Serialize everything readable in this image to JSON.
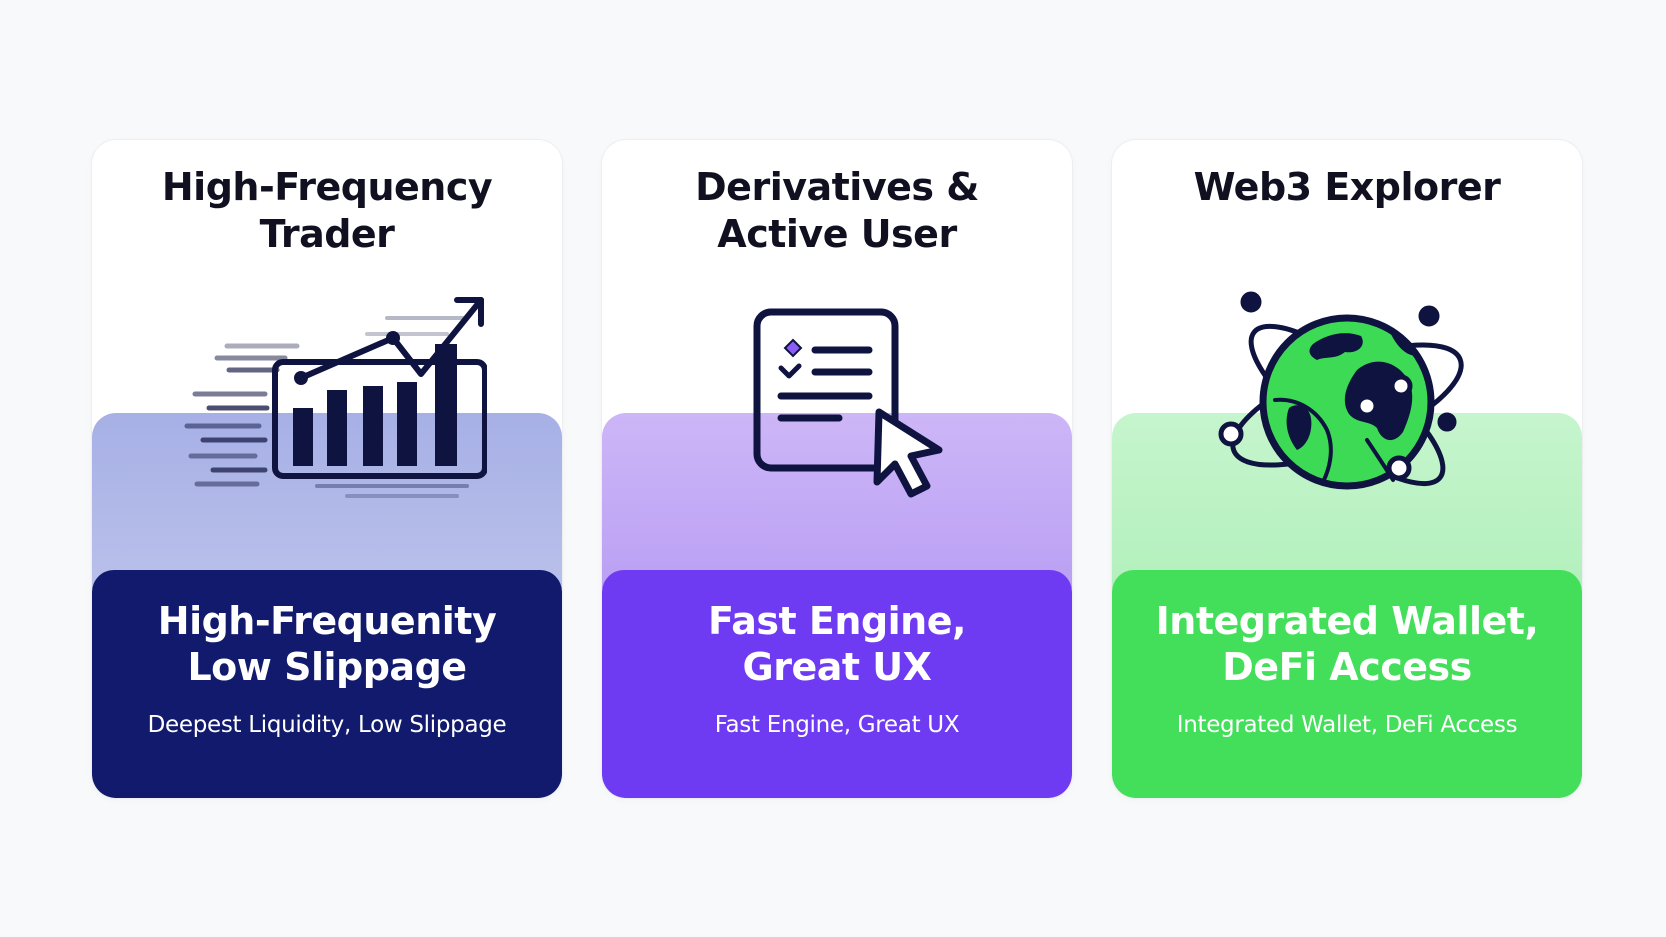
{
  "colors": {
    "page_background": "#f8f9fa",
    "card_background": "#ffffff",
    "title_text": "#101020",
    "icon_stroke": "#0f133f",
    "card1_accent": "#111a6c",
    "card1_band": "#a7b0e6",
    "card2_accent": "#6f3bf2",
    "card2_band": "#cdb6f7",
    "card2_icon_tick": "#8b5cf6",
    "card3_accent": "#43de5a",
    "card3_band": "#c6f5cd",
    "card3_globe": "#3ddb55"
  },
  "cards": [
    {
      "title": "High-Frequency\nTrader",
      "icon": "rising-bar-chart-icon",
      "headline": "High-Frequenity\nLow Slippage",
      "subline": "Deepest Liquidity, Low Slippage"
    },
    {
      "title": "Derivatives &\nActive User",
      "icon": "document-cursor-icon",
      "headline": "Fast Engine,\nGreat UX",
      "subline": "Fast Engine, Great UX"
    },
    {
      "title": "Web3 Explorer",
      "icon": "globe-orbit-icon",
      "headline": "Integrated Wallet,\nDeFi Access",
      "subline": "Integrated Wallet, DeFi Access"
    }
  ]
}
